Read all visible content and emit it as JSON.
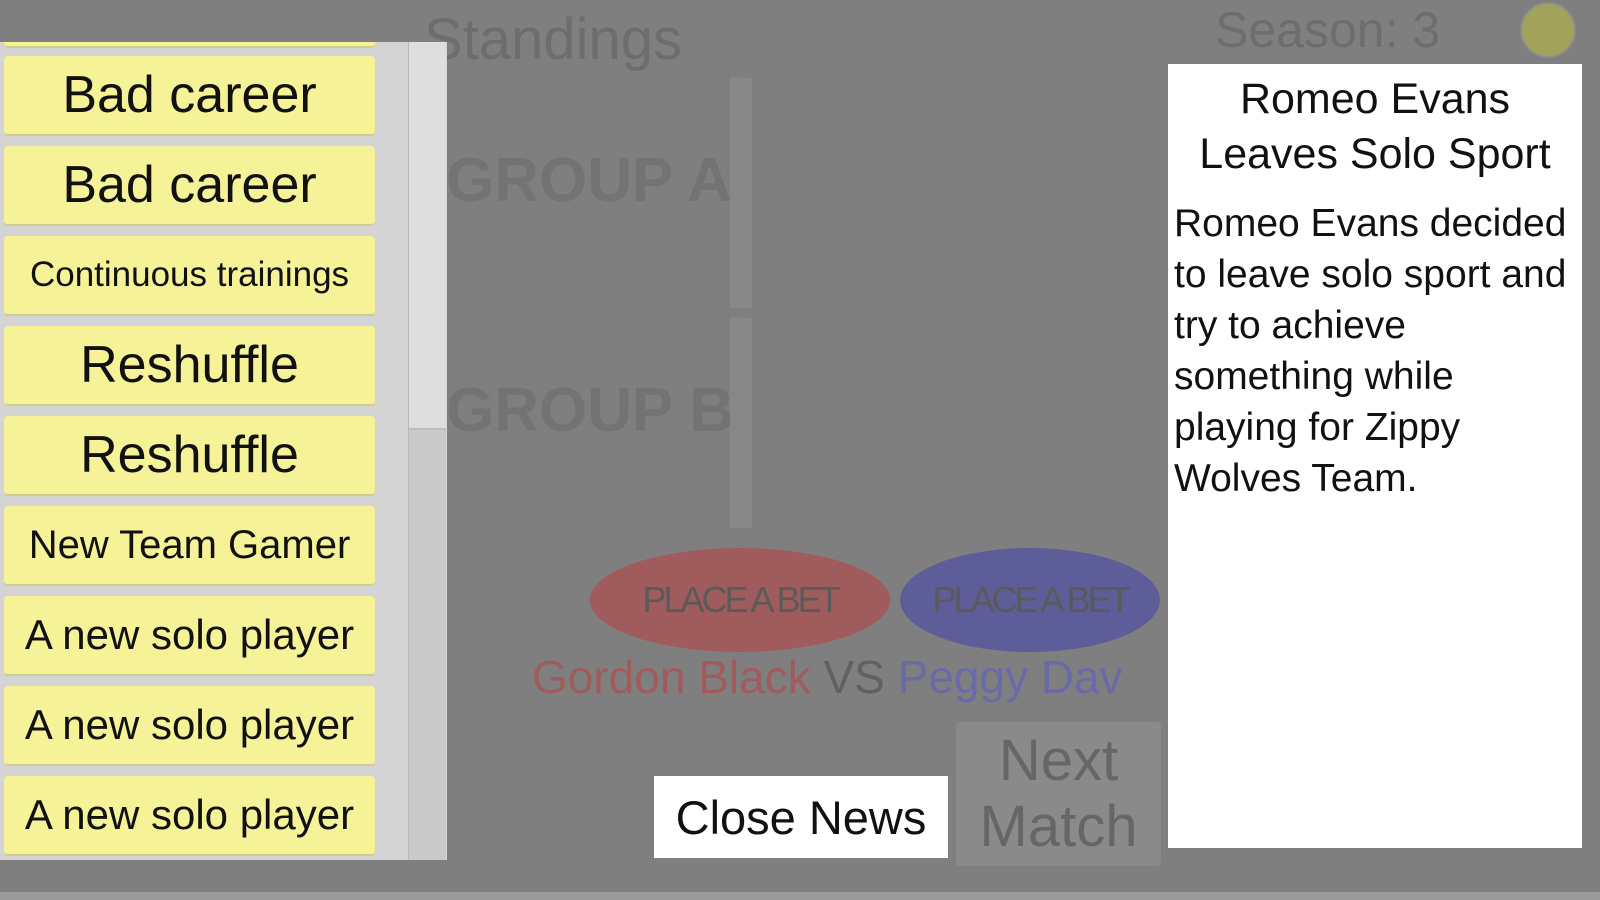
{
  "background": {
    "title": "Standings",
    "season": "Season: 3",
    "groups": [
      "GROUP A",
      "GROUP B"
    ],
    "bet_label": "PLACE A BET",
    "match": {
      "player1": "Gordon Black",
      "vs": "VS",
      "player2": "Peggy Dav",
      "player1_color": "#a05c5c",
      "player2_color": "#5d5d9a"
    },
    "next_match": "Next Match"
  },
  "news_list": {
    "items": [
      "Bad career",
      "Bad career",
      "Continuous trainings",
      "Reshuffle",
      "Reshuffle",
      "New Team Gamer",
      "A new solo player",
      "A new solo player",
      "A new solo player"
    ],
    "item_color": "#f5f297"
  },
  "news_detail": {
    "title": "Romeo Evans Leaves Solo Sport",
    "body": "Romeo Evans decided to leave solo sport and try to achieve something while playing for Zippy Wolves Team."
  },
  "close_button": "Close News"
}
